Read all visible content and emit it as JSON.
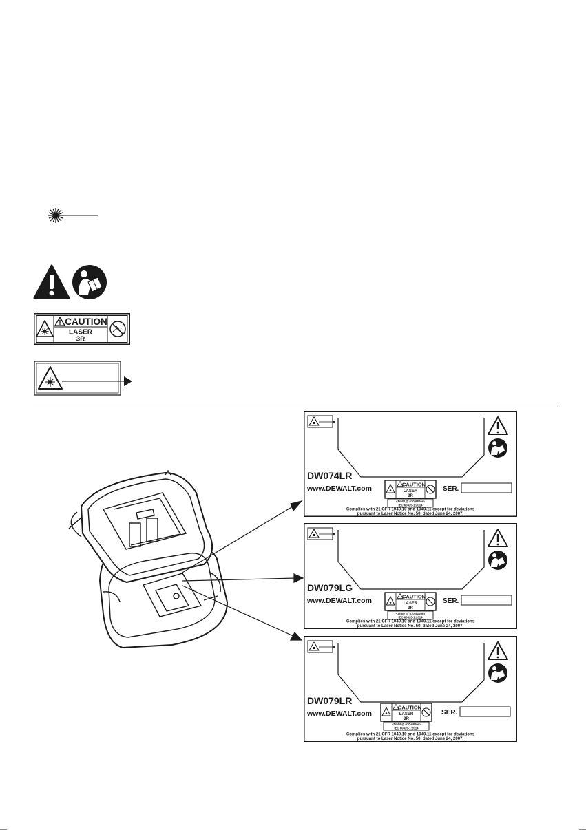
{
  "caution_label": {
    "signal_word": "CAUTION",
    "class_line1": "LASER",
    "class_line2": "3R"
  },
  "icons": {
    "laser_beam": "laser-beam-icon",
    "warning": "warning-triangle-icon",
    "read_manual": "read-manual-icon",
    "laser_hazard": "laser-hazard-icon",
    "no_eye_exposure": "no-eye-exposure-icon",
    "arrow": "arrow-right-icon"
  },
  "product_labels": [
    {
      "model": "DW074LR",
      "website": "www.DEWALT.com",
      "serial_label": "SER.",
      "caution": "CAUTION",
      "laser": "LASER",
      "class": "3R",
      "power": "≤5mW @ 630-680nm",
      "iec": "IEC 60825-1:2014",
      "compliance1": "Complies with 21 CFR 1040.10 and 1040.11 except for deviations",
      "compliance2": "pursuant to Laser Notice No. 50, dated June 24, 2007."
    },
    {
      "model": "DW079LG",
      "website": "www.DEWALT.com",
      "serial_label": "SER.",
      "caution": "CAUTION",
      "laser": "LASER",
      "class": "3R",
      "power": "<5mW @ 510-530nm",
      "iec": "IEC 60825-1:2014",
      "compliance1": "Complies with 21 CFR 1040.10 and 1040.11 except for deviations",
      "compliance2": "pursuant to Laser Notice No. 50, dated June 24, 2007."
    },
    {
      "model": "DW079LR",
      "website": "www.DEWALT.com",
      "serial_label": "SER.",
      "caution": "CAUTION",
      "laser": "LASER",
      "class": "3R",
      "power": "≤5mW @ 630-680nm",
      "iec": "IEC 60825-1:2014",
      "compliance1": "Complies with 21 CFR 1040.10 and 1040.11 except for deviations",
      "compliance2": "pursuant to Laser Notice No. 50, dated June 24, 2007."
    }
  ],
  "colors": {
    "ink": "#1a1a1a",
    "paper": "#ffffff",
    "rule": "#9a9a9a"
  }
}
